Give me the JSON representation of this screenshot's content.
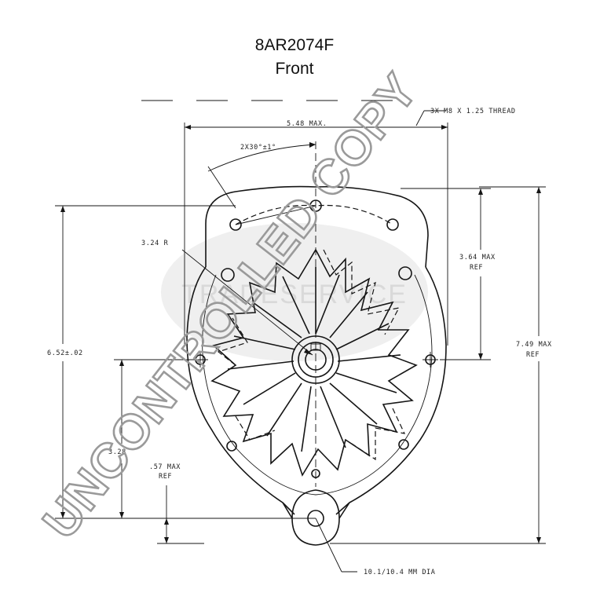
{
  "title": {
    "part_number": "8AR2074F",
    "view": "Front"
  },
  "dimensions": {
    "thread": "3X M8 X 1.25 THREAD",
    "width_max": "5.48 MAX.",
    "angle": "2X30°±1°",
    "radius": "3.24 R",
    "upper_height_1": "3.64 MAX",
    "upper_height_2": "REF",
    "overall_height_1": "7.49 MAX",
    "overall_height_2": "REF",
    "mount_height": "6.52±.02",
    "radius_lower": "3.28",
    "offset_1": ".57 MAX",
    "offset_2": "REF",
    "hole_dia": "10.1/10.4 MM DIA"
  },
  "watermark": {
    "stamp": "UNCONTROLLED COPY",
    "logo": "TRADESERVICE"
  }
}
